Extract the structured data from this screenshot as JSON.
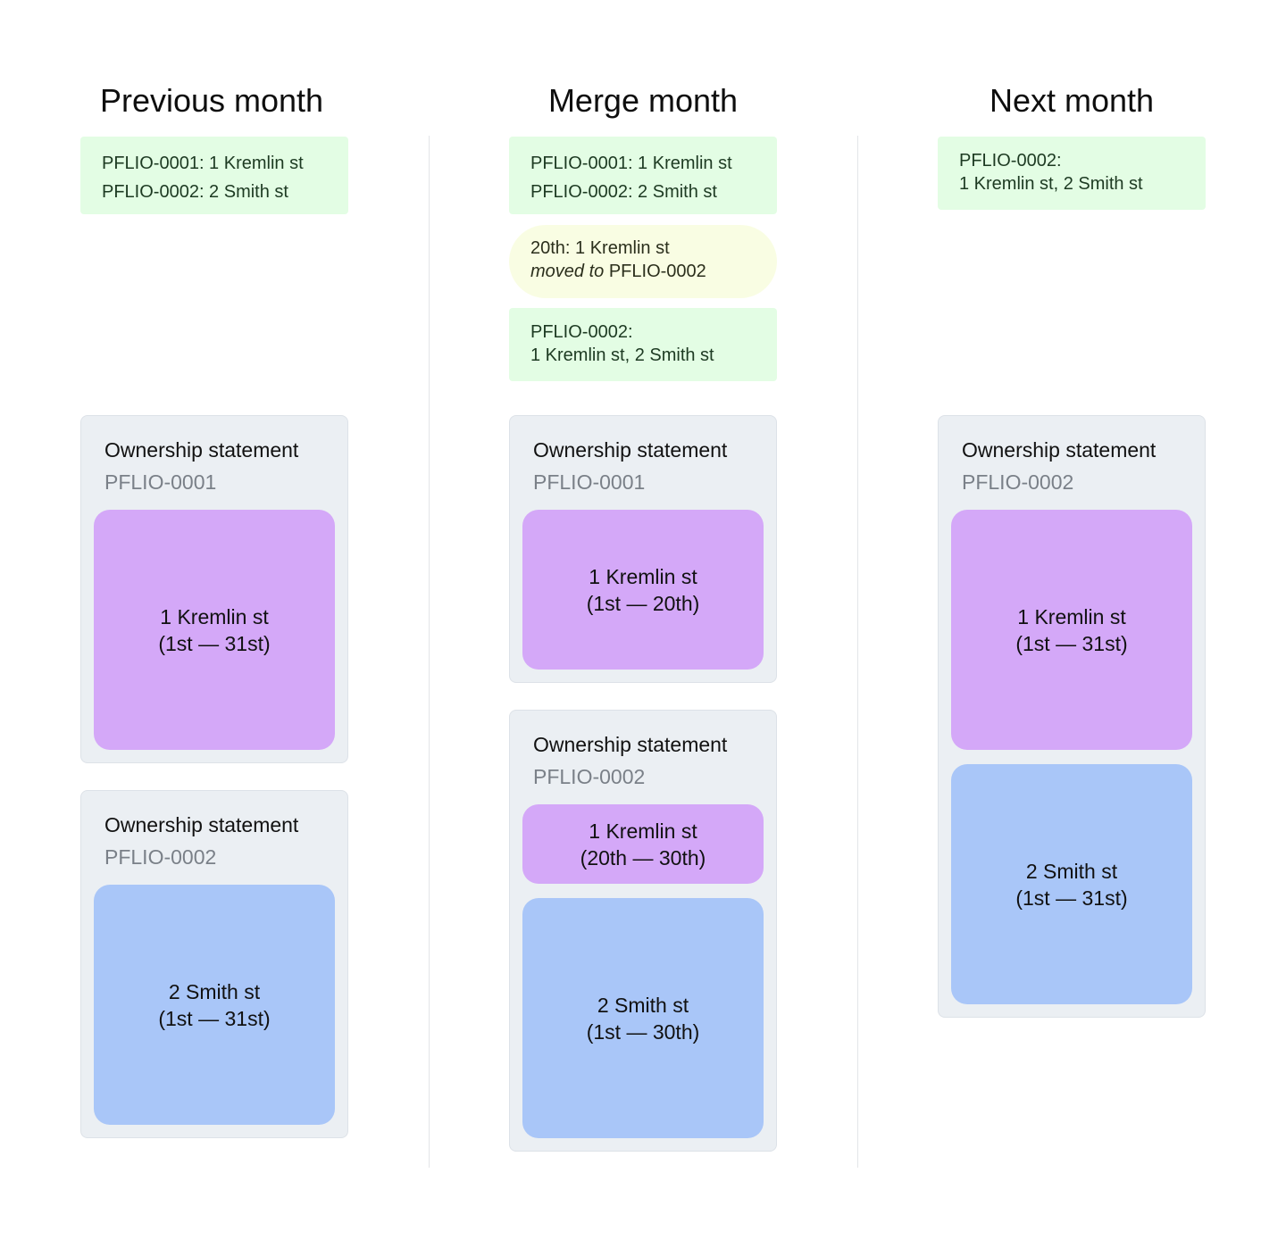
{
  "columns": [
    {
      "title": "Previous month",
      "notes": [
        {
          "lines": [
            "PFLIO-0001: 1 Kremlin st",
            "PFLIO-0002: 2 Smith st"
          ]
        }
      ],
      "statements": [
        {
          "title": "Ownership statement",
          "id": "PFLIO-0001",
          "blocks": [
            {
              "name": "1 Kremlin st",
              "period": "(1st — 31st)"
            }
          ]
        },
        {
          "title": "Ownership statement",
          "id": "PFLIO-0002",
          "blocks": [
            {
              "name": "2 Smith st",
              "period": "(1st — 31st)"
            }
          ]
        }
      ]
    },
    {
      "title": "Merge month",
      "notes": [
        {
          "lines": [
            "PFLIO-0001: 1 Kremlin st",
            "PFLIO-0002: 2 Smith st"
          ]
        },
        {
          "event_line": "20th: 1 Kremlin st",
          "event_action": "moved to",
          "event_target": "PFLIO-0002"
        },
        {
          "lines": [
            "PFLIO-0002:",
            "1 Kremlin st, 2 Smith st"
          ]
        }
      ],
      "statements": [
        {
          "title": "Ownership statement",
          "id": "PFLIO-0001",
          "blocks": [
            {
              "name": "1 Kremlin st",
              "period": "(1st — 20th)"
            }
          ]
        },
        {
          "title": "Ownership statement",
          "id": "PFLIO-0002",
          "blocks": [
            {
              "name": "1 Kremlin st",
              "period": "(20th — 30th)"
            },
            {
              "name": "2 Smith st",
              "period": "(1st — 30th)"
            }
          ]
        }
      ]
    },
    {
      "title": "Next month",
      "notes": [
        {
          "lines": [
            "PFLIO-0002:",
            "1 Kremlin st, 2 Smith st"
          ]
        }
      ],
      "statements": [
        {
          "title": "Ownership statement",
          "id": "PFLIO-0002",
          "blocks": [
            {
              "name": "1 Kremlin st",
              "period": "(1st — 31st)"
            },
            {
              "name": "2 Smith st",
              "period": "(1st — 31st)"
            }
          ]
        }
      ]
    }
  ],
  "colors": {
    "note_green": "#e3fde4",
    "note_yellow": "#f9fde3",
    "statement_bg": "#ebeff3",
    "kremlin_block": "#d4a8f8",
    "smith_block": "#a9c6f8"
  }
}
